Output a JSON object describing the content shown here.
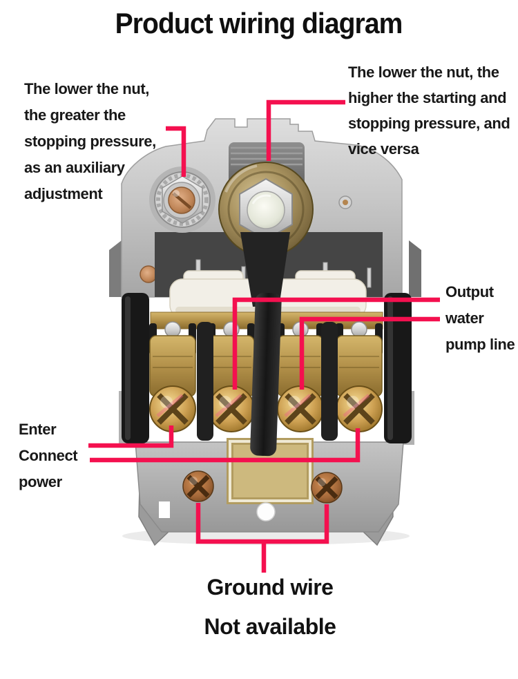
{
  "colors": {
    "accent": "#f4104f",
    "metal_gray": "#c6c6c6",
    "brass": "#c2a050",
    "copper": "#a5693a",
    "label_gold": "#cdb97e",
    "plastic_black": "#1c1c1c"
  },
  "title": "Product wiring diagram",
  "annotations": {
    "left_nut": {
      "lines": [
        "The lower the nut,",
        "the greater the",
        "stopping pressure,",
        "as an auxiliary",
        "adjustment"
      ]
    },
    "right_nut": {
      "lines": [
        "The lower the nut, the",
        "higher the starting and",
        "stopping pressure, and",
        "vice versa"
      ]
    },
    "output": {
      "lines": [
        "Output",
        "water",
        "pump line"
      ]
    },
    "enter": {
      "lines": [
        "Enter",
        "Connect",
        "power"
      ]
    },
    "ground": {
      "lines": [
        "Ground wire",
        "Not available"
      ]
    }
  }
}
